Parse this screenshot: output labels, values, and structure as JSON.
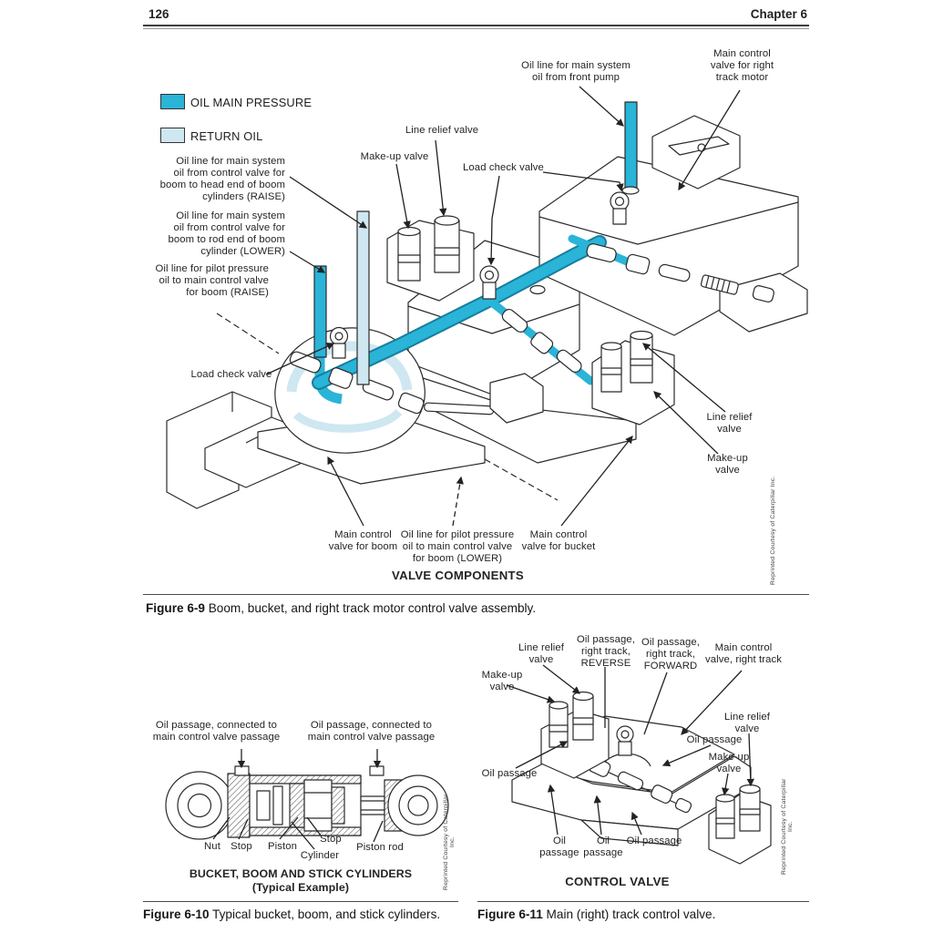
{
  "header": {
    "page_number": "126",
    "chapter": "Chapter 6"
  },
  "credit": "Reprinted Courtesy of Caterpillar Inc.",
  "colors": {
    "oil_main_pressure": "#29b4d8",
    "return_oil": "#cfe7f0"
  },
  "fig9": {
    "legend": {
      "main_pressure": {
        "label": "OIL MAIN PRESSURE",
        "color": "#29b4d8"
      },
      "return_oil": {
        "label": "RETURN OIL",
        "color": "#cfe7f0"
      }
    },
    "labels": {
      "front_pump_line": "Oil line for main system\noil from front pump",
      "right_track_valve": "Main control\nvalve for right\ntrack motor",
      "line_relief_valve_top": "Line relief valve",
      "make_up_valve_top": "Make-up valve",
      "load_check_valve_top": "Load check valve",
      "raise_line": "Oil line for main system\noil from control valve for\nboom to head end of boom\ncylinders (RAISE)",
      "lower_line": "Oil line for main system\noil from control valve for\nboom to rod end of boom\ncylinder (LOWER)",
      "pilot_raise_line": "Oil line for pilot pressure\noil to main control valve\nfor boom (RAISE)",
      "load_check_valve_left": "Load check valve",
      "main_valve_boom": "Main control\nvalve for boom",
      "pilot_lower_line": "Oil line for pilot pressure\noil to main control valve\nfor boom (LOWER)",
      "main_valve_bucket": "Main control\nvalve for bucket",
      "line_relief_valve_right": "Line relief\nvalve",
      "make_up_valve_right": "Make-up\nvalve",
      "diagram_title": "VALVE COMPONENTS"
    },
    "caption": {
      "label": "Figure 6-9",
      "text": " Boom, bucket, and right track motor control valve assembly."
    }
  },
  "fig10": {
    "labels": {
      "oil_passage_left": "Oil passage, connected to\nmain control valve passage",
      "oil_passage_right": "Oil passage, connected to\nmain control valve passage",
      "nut": "Nut",
      "stop1": "Stop",
      "piston": "Piston",
      "stop2": "Stop",
      "cylinder": "Cylinder",
      "piston_rod": "Piston rod",
      "diagram_title": "BUCKET, BOOM AND STICK CYLINDERS",
      "diagram_subtitle": "(Typical Example)"
    },
    "caption": {
      "label": "Figure 6-10",
      "text": " Typical bucket, boom, and stick cylinders."
    }
  },
  "fig11": {
    "labels": {
      "make_up_valve_tl": "Make-up\nvalve",
      "line_relief_valve_tl": "Line relief\nvalve",
      "oil_passage_reverse": "Oil passage,\nright track,\nREVERSE",
      "oil_passage_forward": "Oil passage,\nright track,\nFORWARD",
      "main_valve_right_track": "Main control\nvalve, right track",
      "line_relief_valve_r": "Line relief\nvalve",
      "oil_passage_r": "Oil passage",
      "make_up_valve_r": "Make-up\nvalve",
      "oil_passage_l": "Oil passage",
      "oil_passage_b1": "Oil\npassage",
      "oil_passage_b2": "Oil\npassage",
      "oil_passage_b3": "Oil passage",
      "diagram_title": "CONTROL VALVE"
    },
    "caption": {
      "label": "Figure 6-11",
      "text": " Main (right) track control valve."
    }
  }
}
